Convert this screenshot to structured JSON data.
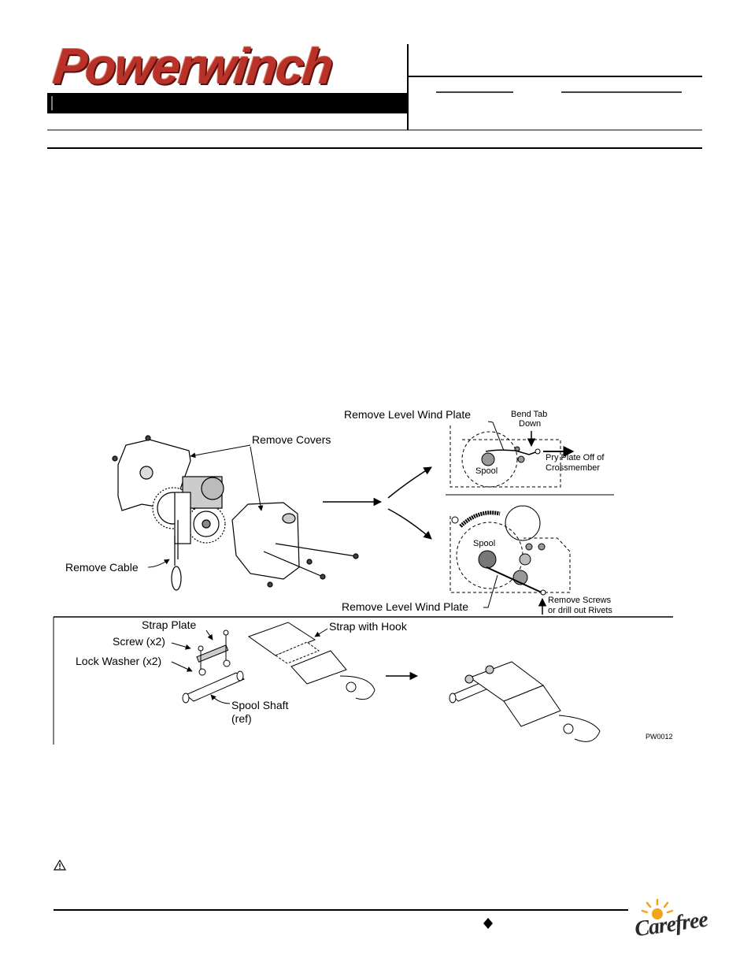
{
  "header": {
    "logo_text": "Powerwinch",
    "bar_text": ""
  },
  "figure": {
    "labels": {
      "remove_covers": "Remove Covers",
      "remove_cable": "Remove Cable",
      "remove_level_wind_plate_top": "Remove Level Wind Plate",
      "bend_tab_line1": "Bend Tab",
      "bend_tab_line2": "Down",
      "pry_plate_line1": "Pry Plate Off of",
      "pry_plate_line2": "Crossmember",
      "spool_top": "Spool",
      "spool_bottom": "Spool",
      "remove_level_wind_plate_bottom": "Remove Level Wind Plate",
      "remove_screws_line1": "Remove Screws",
      "remove_screws_line2": "or drill out Rivets",
      "strap_plate": "Strap Plate",
      "screw": "Screw (x2)",
      "lock_washer": "Lock Washer (x2)",
      "strap_with_hook": "Strap with Hook",
      "spool_shaft_line1": "Spool Shaft",
      "spool_shaft_line2": "(ref)",
      "figure_code": "PW0012"
    }
  },
  "footer": {
    "brand": "Carefree"
  },
  "colors": {
    "logo_red": "#b8322a",
    "sun_orange": "#f2a319",
    "line": "#000000"
  },
  "icons": [
    "warning-icon",
    "diamond-icon",
    "sun-icon"
  ]
}
